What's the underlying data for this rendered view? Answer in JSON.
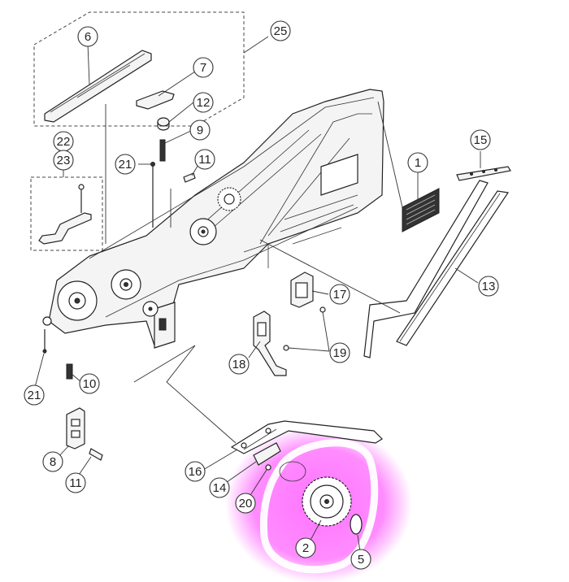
{
  "callouts": [
    {
      "id": "c1",
      "label": "1"
    },
    {
      "id": "c2",
      "label": "2"
    },
    {
      "id": "c5",
      "label": "5"
    },
    {
      "id": "c6",
      "label": "6"
    },
    {
      "id": "c7",
      "label": "7"
    },
    {
      "id": "c8",
      "label": "8"
    },
    {
      "id": "c9",
      "label": "9"
    },
    {
      "id": "c10",
      "label": "10"
    },
    {
      "id": "c11a",
      "label": "11"
    },
    {
      "id": "c11b",
      "label": "11"
    },
    {
      "id": "c12",
      "label": "12"
    },
    {
      "id": "c13",
      "label": "13"
    },
    {
      "id": "c14",
      "label": "14"
    },
    {
      "id": "c15",
      "label": "15"
    },
    {
      "id": "c16",
      "label": "16"
    },
    {
      "id": "c17",
      "label": "17"
    },
    {
      "id": "c18",
      "label": "18"
    },
    {
      "id": "c19",
      "label": "19"
    },
    {
      "id": "c20",
      "label": "20"
    },
    {
      "id": "c21a",
      "label": "21"
    },
    {
      "id": "c21b",
      "label": "21"
    },
    {
      "id": "c22",
      "label": "22"
    },
    {
      "id": "c23",
      "label": "23"
    },
    {
      "id": "c25",
      "label": "25"
    }
  ],
  "highlight": {
    "color": "#ff00ff",
    "inner_color": "#ffffff"
  }
}
